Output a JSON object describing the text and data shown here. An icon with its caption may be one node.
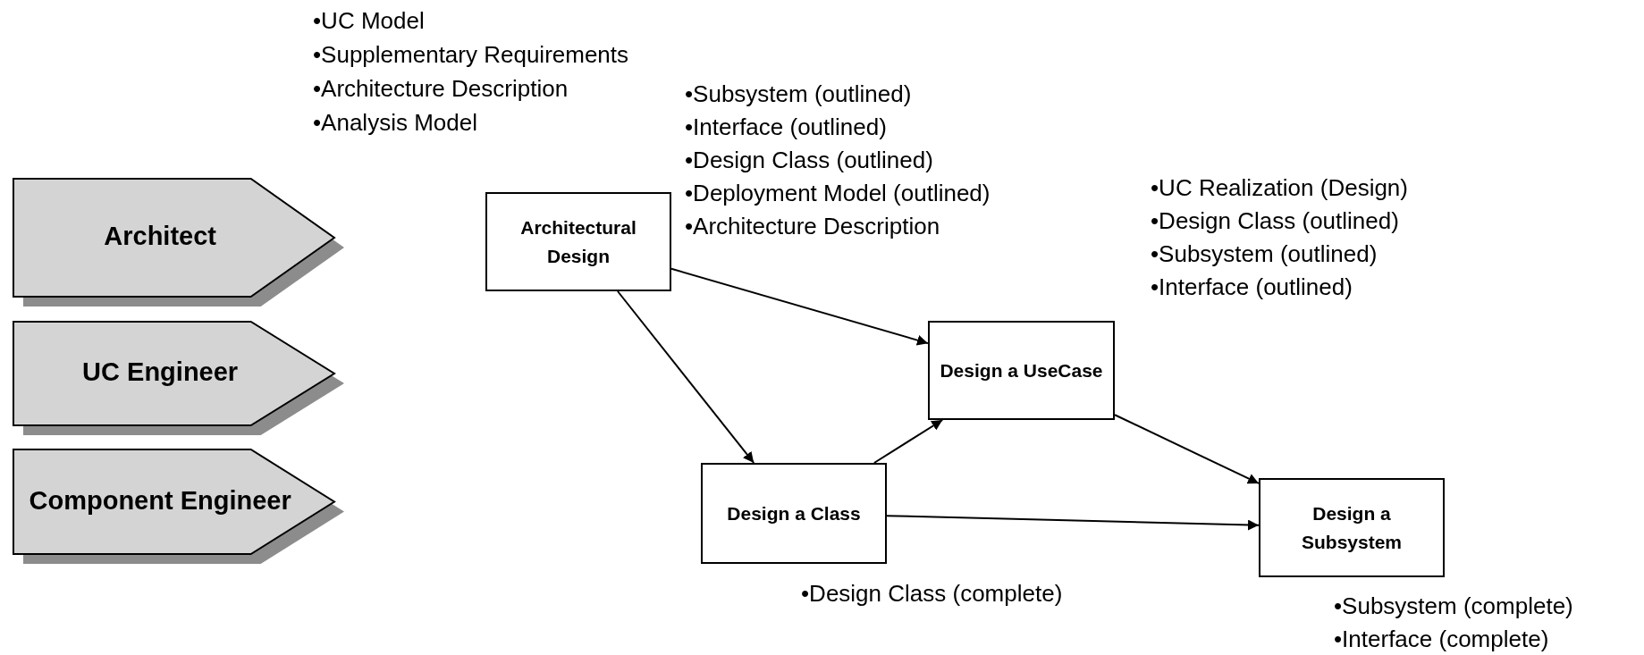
{
  "diagram": {
    "nodes": [
      {
        "text": [
          "Architect"
        ]
      },
      {
        "text": [
          "UC Engineer"
        ]
      },
      {
        "text": [
          "Component Engineer"
        ]
      },
      {
        "text": [
          "Architectural Design"
        ],
        "beside": [
          "•Subsystem (outlined)",
          "•Interface (outlined)",
          "•Design Class (outlined)",
          "•Deployment Model (outlined)",
          "•Architecture Description"
        ]
      },
      {
        "text": [
          "Design a UseCase"
        ],
        "beside": [
          "•UC Realization (Design)",
          "•Design Class (outlined)",
          "•Subsystem (outlined)",
          "•Interface (outlined)"
        ]
      },
      {
        "text": [
          "Design a Class"
        ],
        "beside": [
          "•Design Class (complete)"
        ]
      },
      {
        "text": [
          "Design a Subsystem"
        ],
        "beside": [
          "•Subsystem (complete)",
          "•Interface (complete)"
        ]
      }
    ],
    "edges": [
      {
        "from": 3,
        "to": 4,
        "arrow": "to"
      },
      {
        "from": 3,
        "to": 5,
        "arrow": "to"
      },
      {
        "from": 5,
        "to": 4,
        "arrow": "to"
      },
      {
        "from": 5,
        "to": 6,
        "arrow": "to"
      },
      {
        "from": 4,
        "to": 6,
        "arrow": "to"
      }
    ],
    "labels": [
      "•UC Model",
      "•Supplementary Requirements",
      "•Architecture Description",
      "•Analysis Model"
    ]
  }
}
